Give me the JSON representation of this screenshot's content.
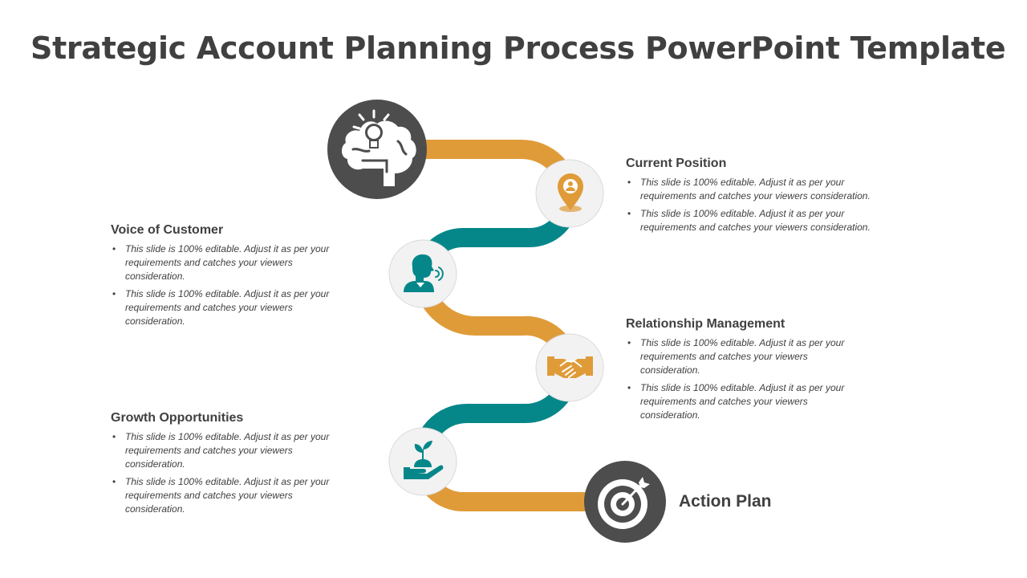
{
  "slide": {
    "title": "Strategic Account Planning Process PowerPoint Template"
  },
  "colors": {
    "orange": "#E09B39",
    "teal": "#05878A",
    "dark": "#4D4D4D",
    "node_fill": "#F2F2F2",
    "text": "#404040"
  },
  "steps": [
    {
      "id": "current-position",
      "title": "Current Position",
      "icon": "location-pin-icon",
      "bullets": [
        "This slide is 100% editable. Adjust it as per your requirements and catches your viewers consideration.",
        "This slide is 100% editable. Adjust it as per your requirements and catches your viewers consideration."
      ]
    },
    {
      "id": "voice-of-customer",
      "title": "Voice of Customer",
      "icon": "speaking-person-icon",
      "bullets": [
        "This slide is 100% editable. Adjust it as per your requirements and catches your viewers consideration.",
        "This slide is 100% editable. Adjust it as per your requirements and catches your viewers consideration."
      ]
    },
    {
      "id": "relationship-management",
      "title": "Relationship Management",
      "icon": "handshake-icon",
      "bullets": [
        "This slide is 100% editable. Adjust it as per your requirements and catches your viewers consideration.",
        "This slide is 100% editable. Adjust it as per your requirements and catches your viewers consideration."
      ]
    },
    {
      "id": "growth-opportunities",
      "title": "Growth Opportunities",
      "icon": "plant-in-hand-icon",
      "bullets": [
        "This slide is 100% editable. Adjust it as per your requirements and catches your viewers consideration.",
        "This slide is 100% editable. Adjust it as per your requirements and catches your viewers consideration."
      ]
    }
  ],
  "start": {
    "icon": "brain-lightbulb-icon"
  },
  "final": {
    "label": "Action Plan",
    "icon": "target-arrow-icon"
  }
}
